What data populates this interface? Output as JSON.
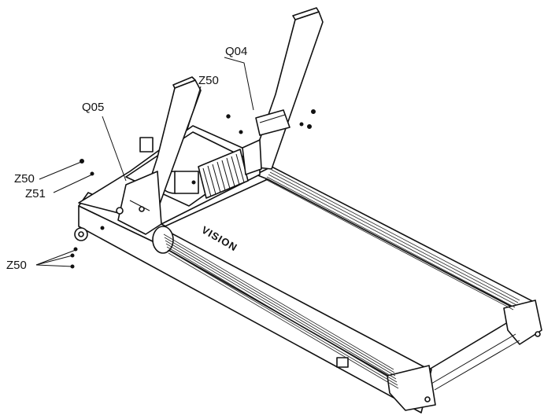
{
  "callouts": {
    "q04": "Q04",
    "q05": "Q05",
    "z50_top": "Z50",
    "z50_left": "Z50",
    "z51": "Z51",
    "z50_bottom": "Z50"
  },
  "brand_logo": "VISION"
}
